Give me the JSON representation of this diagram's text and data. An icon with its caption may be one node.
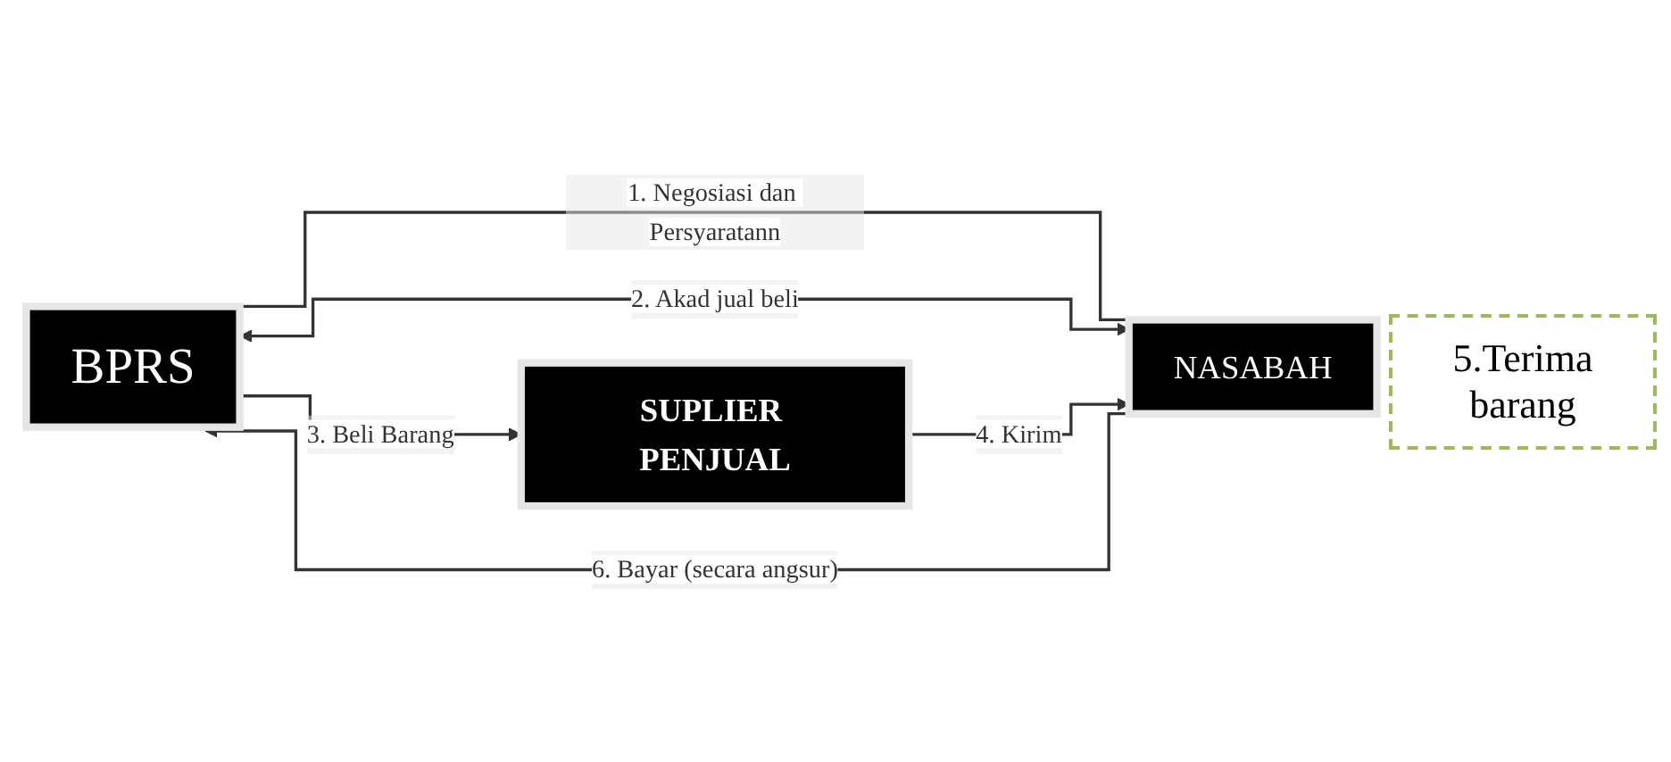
{
  "diagram": {
    "nodes": [
      {
        "text": [
          "BPRS"
        ]
      },
      {
        "text": [
          "NASABAH"
        ]
      },
      {
        "text": [
          "SUPLIER PENJUAL"
        ]
      }
    ],
    "edges": [
      {
        "from": 0,
        "to": 1,
        "arrow": "none",
        "label": "1. Negosiasi dan Persyaratann"
      },
      {
        "from": 0,
        "to": 1,
        "arrow": "both",
        "label": "2. Akad jual beli"
      },
      {
        "from": 1,
        "to": 0,
        "arrow": "to",
        "label": "6. Bayar (secara angsur)"
      },
      {
        "from": 0,
        "to": 2,
        "arrow": "to",
        "label": "3. Beli Barang"
      },
      {
        "from": 2,
        "to": 1,
        "arrow": "to",
        "label": "4. Kirim"
      }
    ],
    "labels": [
      "5.Terima barang"
    ]
  }
}
